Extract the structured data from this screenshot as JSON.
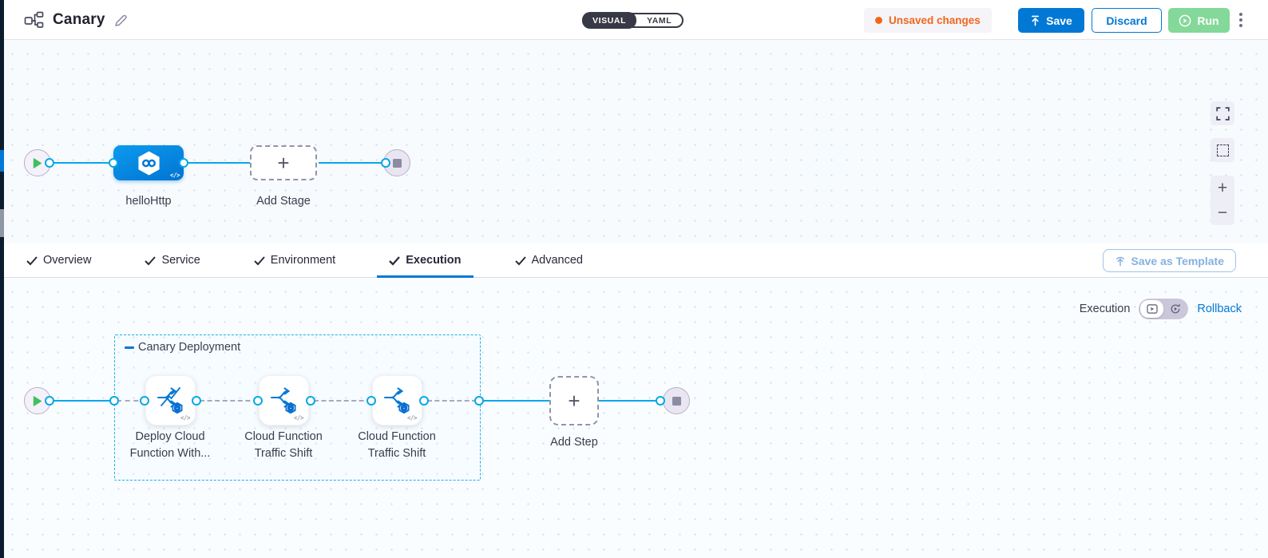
{
  "header": {
    "title": "Canary",
    "view_toggle": {
      "visual_label": "VISUAL",
      "yaml_label": "YAML"
    },
    "unsaved_badge": "Unsaved changes",
    "save_label": "Save",
    "discard_label": "Discard",
    "run_label": "Run"
  },
  "stage_pipeline": {
    "stage_name": "helloHttp",
    "add_stage_label": "Add Stage"
  },
  "tabs": {
    "items": [
      {
        "label": "Overview"
      },
      {
        "label": "Service"
      },
      {
        "label": "Environment"
      },
      {
        "label": "Execution"
      },
      {
        "label": "Advanced"
      }
    ],
    "active_tab": "Execution",
    "save_as_template_label": "Save as Template"
  },
  "execution": {
    "mode_label": "Execution",
    "rollback_label": "Rollback",
    "group_label": "Canary Deployment",
    "steps": [
      {
        "label": "Deploy Cloud Function With..."
      },
      {
        "label": "Cloud Function Traffic Shift"
      },
      {
        "label": "Cloud Function Traffic Shift"
      }
    ],
    "add_step_label": "Add Step"
  },
  "glyphs": {
    "plus": "+",
    "minus": "−",
    "code": "</>"
  },
  "colors": {
    "primary_blue": "#0278d5",
    "connector_cyan": "#06a8e8",
    "unsaved_orange": "#f2661c",
    "run_green": "#83d89a",
    "toggle_dark": "#383946",
    "strip_navy": "#0b1c2e"
  }
}
